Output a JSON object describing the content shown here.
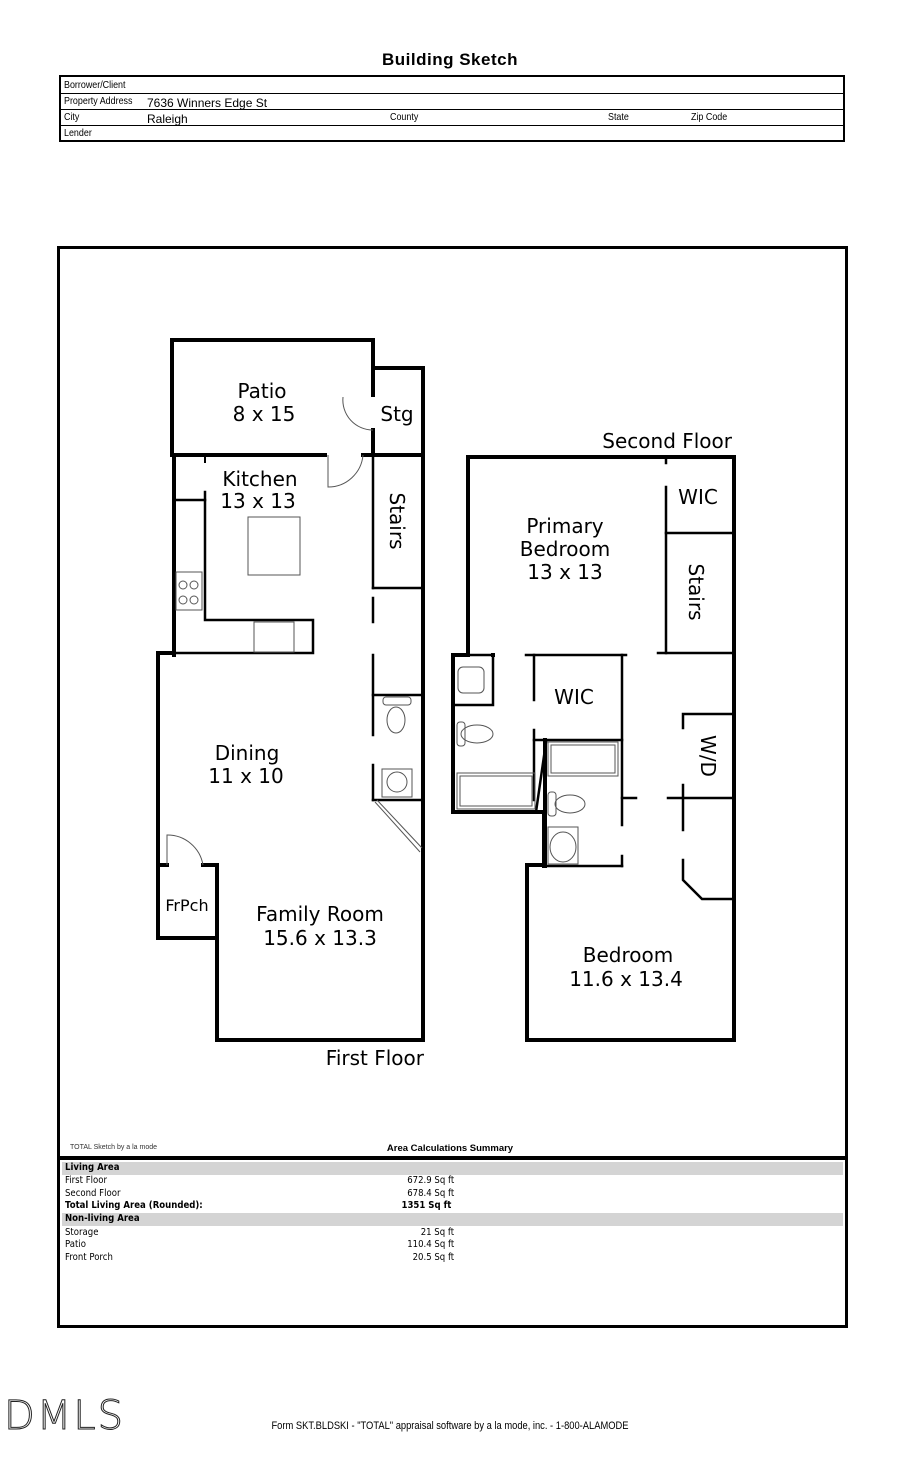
{
  "document": {
    "title": "Building Sketch"
  },
  "header_fields": {
    "borrower_label": "Borrower/Client",
    "borrower_value": "",
    "address_label": "Property Address",
    "address_value": "7636 Winners Edge St",
    "city_label": "City",
    "city_value": "Raleigh",
    "county_label": "County",
    "county_value": "",
    "state_label": "State",
    "state_value": "",
    "zip_label": "Zip Code",
    "zip_value": "",
    "lender_label": "Lender",
    "lender_value": ""
  },
  "floor_plan": {
    "first_floor_label": "First Floor",
    "second_floor_label": "Second Floor",
    "rooms": {
      "patio": {
        "name": "Patio",
        "dims": "8 x 15"
      },
      "storage": {
        "name": "Stg"
      },
      "kitchen": {
        "name": "Kitchen",
        "dims": "13 x 13"
      },
      "stairs_first": {
        "name": "Stairs"
      },
      "dining": {
        "name": "Dining",
        "dims": "11 x 10"
      },
      "front_porch": {
        "name": "FrPch"
      },
      "family_room": {
        "name": "Family Room",
        "dims": "15.6 x 13.3"
      },
      "primary_bedroom": {
        "name1": "Primary",
        "name2": "Bedroom",
        "dims": "13 x 13"
      },
      "wic_upper": {
        "name": "WIC"
      },
      "stairs_second": {
        "name": "Stairs"
      },
      "wic_lower": {
        "name": "WIC"
      },
      "washer_dryer": {
        "name": "W/D"
      },
      "bedroom": {
        "name": "Bedroom",
        "dims": "11.6 x 13.4"
      }
    }
  },
  "area_summary": {
    "credit": "TOTAL Sketch by a la mode",
    "title": "Area Calculations Summary",
    "living_header": "Living Area",
    "living_rows": [
      {
        "label": "First Floor",
        "value": "672.9 Sq ft"
      },
      {
        "label": "Second Floor",
        "value": "678.4 Sq ft"
      }
    ],
    "total_label": "Total Living Area (Rounded):",
    "total_value": "1351 Sq ft",
    "nonliving_header": "Non-living Area",
    "nonliving_rows": [
      {
        "label": "Storage",
        "value": "21 Sq ft"
      },
      {
        "label": "Patio",
        "value": "110.4 Sq ft"
      },
      {
        "label": "Front Porch",
        "value": "20.5 Sq ft"
      }
    ]
  },
  "watermark": "DMLS",
  "footer": "Form SKT.BLDSKI - \"TOTAL\" appraisal software by a la mode, inc. - 1-800-ALAMODE"
}
